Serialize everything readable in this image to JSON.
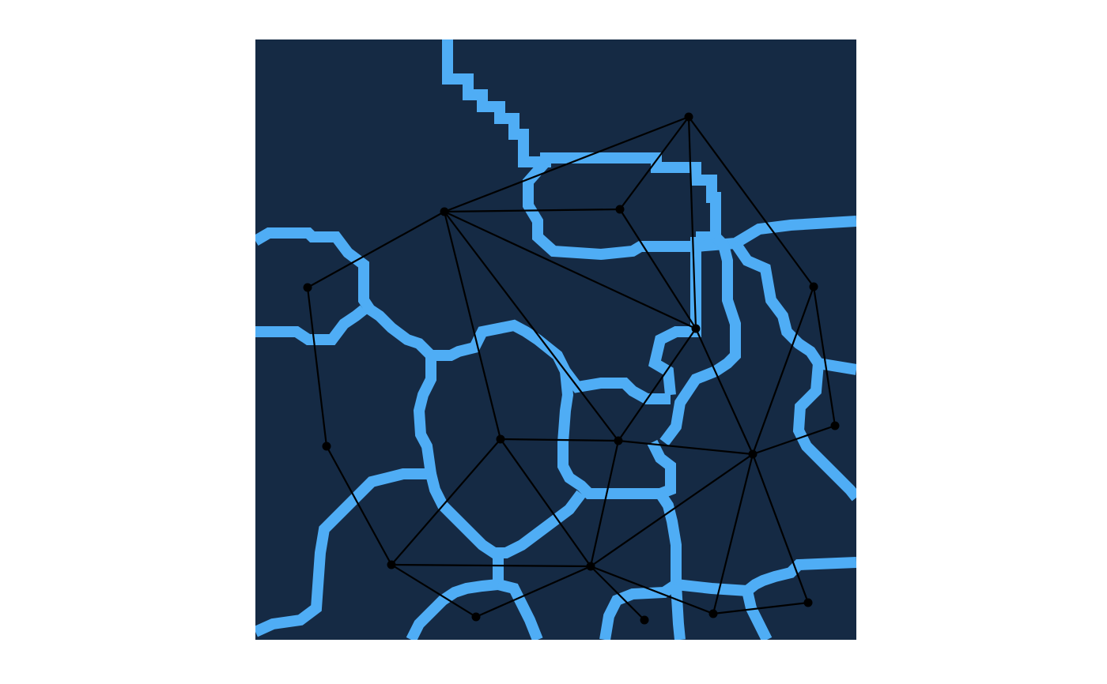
{
  "colors": {
    "background": "#ffffff",
    "panel": "#152a44",
    "region_border": "#4fadf5",
    "graph": "#000000"
  },
  "graph": {
    "nodes": [
      {
        "id": "n1"
      },
      {
        "id": "n2"
      },
      {
        "id": "n3"
      },
      {
        "id": "n4"
      },
      {
        "id": "n5"
      },
      {
        "id": "n6"
      },
      {
        "id": "n7"
      },
      {
        "id": "n8"
      },
      {
        "id": "n9"
      },
      {
        "id": "n10"
      },
      {
        "id": "n11"
      },
      {
        "id": "n12"
      },
      {
        "id": "n13"
      },
      {
        "id": "n14"
      },
      {
        "id": "n15"
      },
      {
        "id": "n16"
      },
      {
        "id": "n17"
      }
    ],
    "edges": [
      [
        "n1",
        "n2"
      ],
      [
        "n1",
        "n3"
      ],
      [
        "n1",
        "n5"
      ],
      [
        "n1",
        "n6"
      ],
      [
        "n2",
        "n3"
      ],
      [
        "n2",
        "n4"
      ],
      [
        "n2",
        "n5"
      ],
      [
        "n2",
        "n8"
      ],
      [
        "n2",
        "n9"
      ],
      [
        "n3",
        "n5"
      ],
      [
        "n4",
        "n7"
      ],
      [
        "n5",
        "n9"
      ],
      [
        "n5",
        "n11"
      ],
      [
        "n6",
        "n10"
      ],
      [
        "n6",
        "n11"
      ],
      [
        "n7",
        "n12"
      ],
      [
        "n8",
        "n9"
      ],
      [
        "n8",
        "n12"
      ],
      [
        "n8",
        "n13"
      ],
      [
        "n9",
        "n11"
      ],
      [
        "n9",
        "n13"
      ],
      [
        "n10",
        "n11"
      ],
      [
        "n11",
        "n13"
      ],
      [
        "n11",
        "n16"
      ],
      [
        "n11",
        "n17"
      ],
      [
        "n12",
        "n13"
      ],
      [
        "n12",
        "n14"
      ],
      [
        "n13",
        "n14"
      ],
      [
        "n13",
        "n15"
      ],
      [
        "n13",
        "n16"
      ],
      [
        "n16",
        "n17"
      ]
    ]
  }
}
